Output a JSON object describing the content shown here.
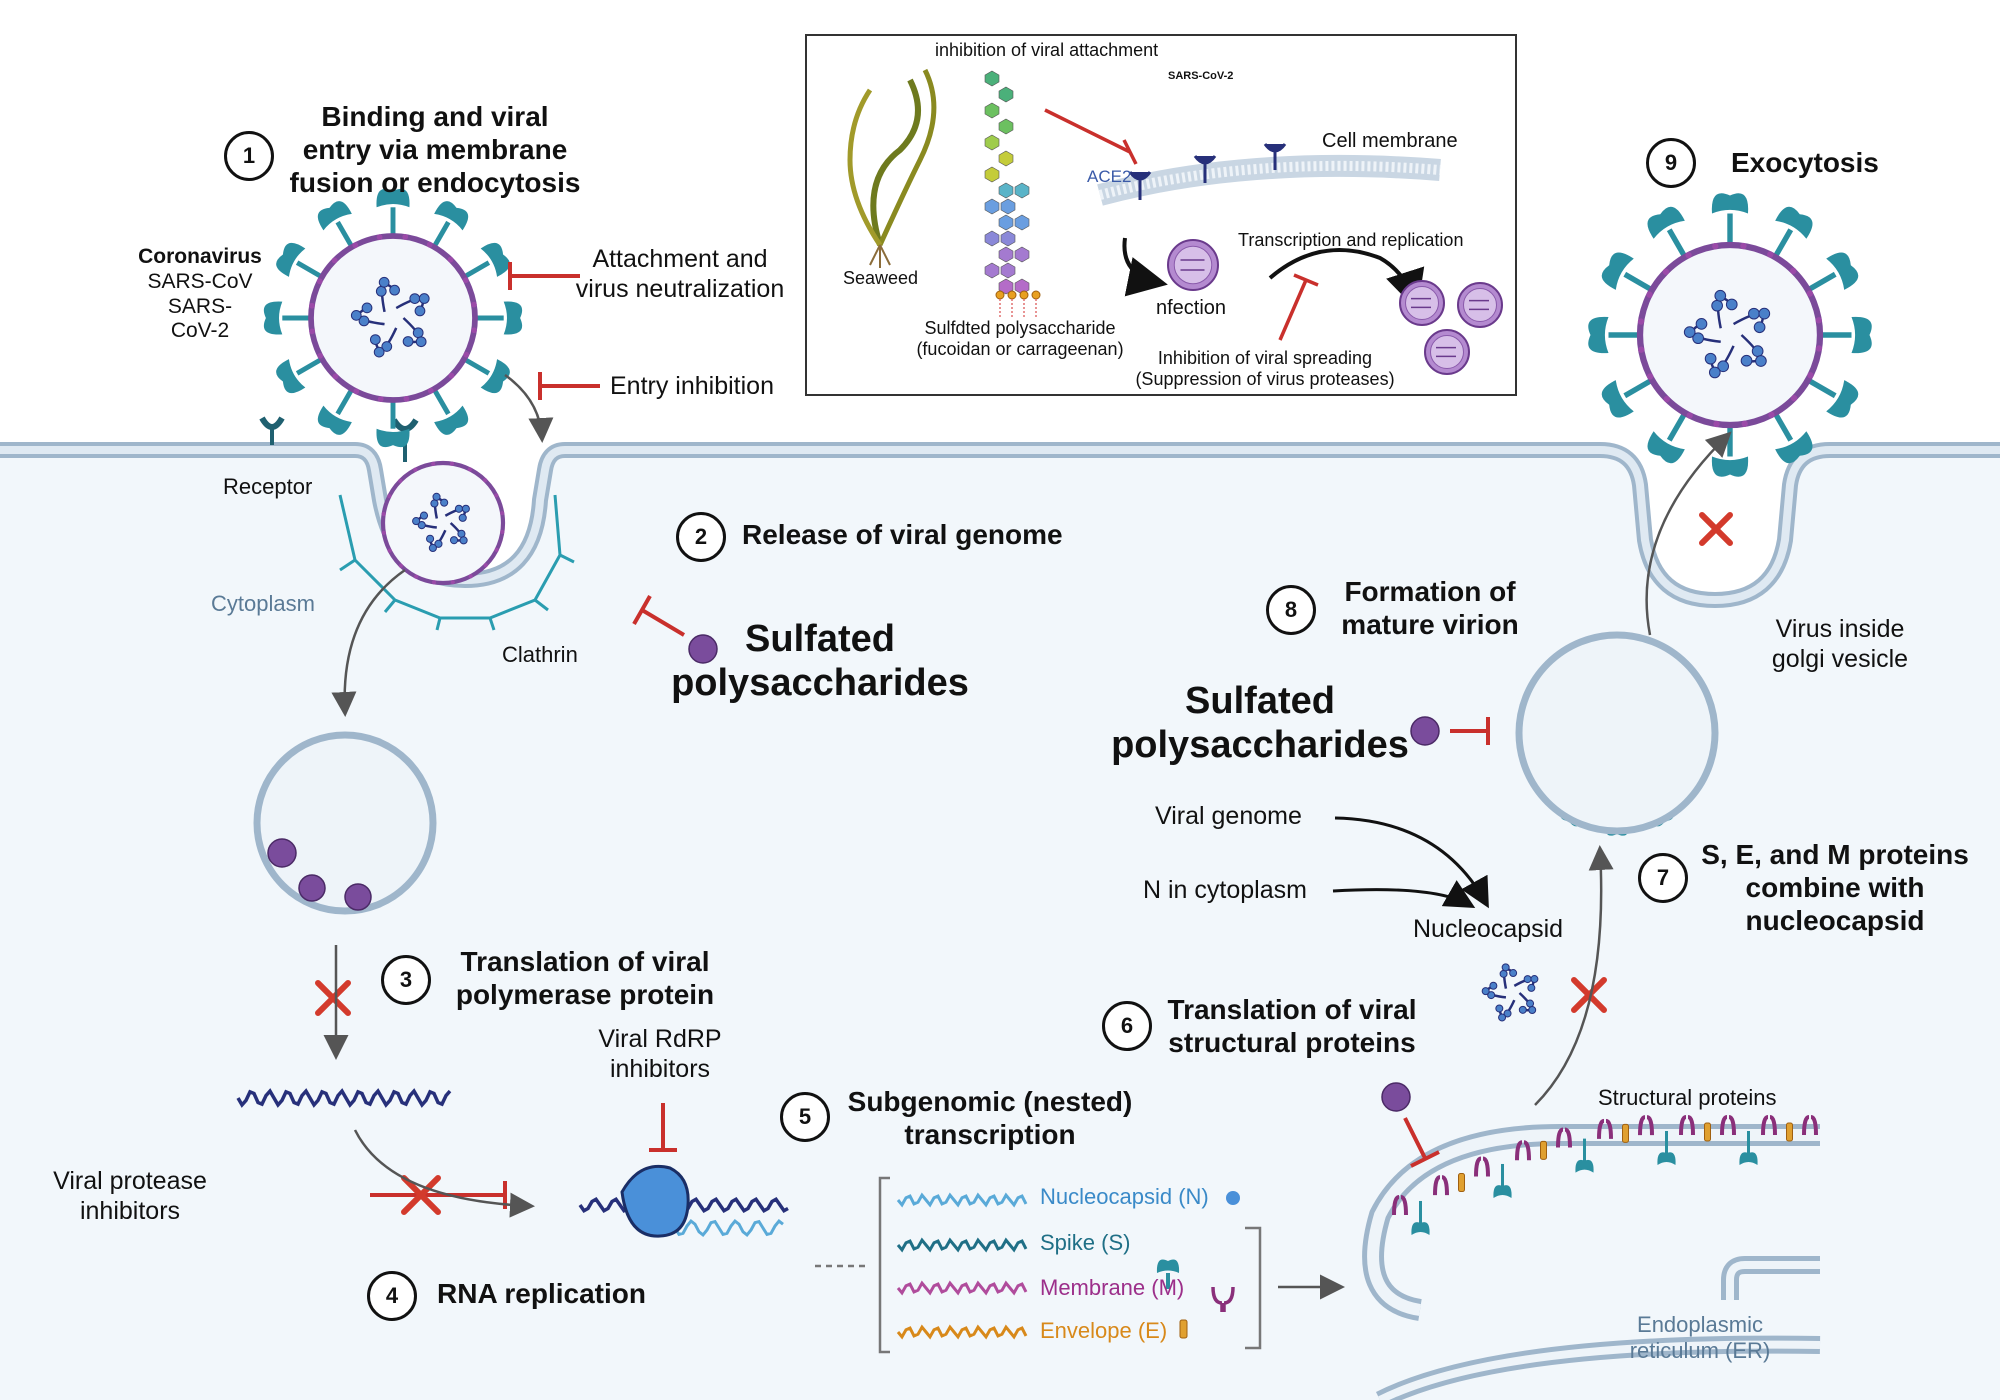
{
  "steps": [
    {
      "num": "1",
      "title_lines": [
        "Binding and viral",
        "entry via membrane",
        "fusion or endocytosis"
      ]
    },
    {
      "num": "2",
      "title": "Release of viral genome"
    },
    {
      "num": "3",
      "title_lines": [
        "Translation of viral",
        "polymerase protein"
      ]
    },
    {
      "num": "4",
      "title": "RNA replication"
    },
    {
      "num": "5",
      "title_lines": [
        "Subgenomic (nested)",
        "transcription"
      ]
    },
    {
      "num": "6",
      "title_lines": [
        "Translation of viral",
        "structural proteins"
      ]
    },
    {
      "num": "7",
      "title_lines": [
        "S, E, and M proteins",
        "combine with",
        "nucleocapsid"
      ]
    },
    {
      "num": "8",
      "title_lines": [
        "Formation of",
        "mature virion"
      ]
    },
    {
      "num": "9",
      "title": "Exocytosis"
    }
  ],
  "coronavirus": {
    "title": "Coronavirus",
    "lines": [
      "SARS-CoV",
      "SARS-",
      "CoV-2"
    ]
  },
  "labels": {
    "attachment_lines": [
      "Attachment and",
      "virus neutralization"
    ],
    "entry_inhibition": "Entry inhibition",
    "receptor": "Receptor",
    "cytoplasm": "Cytoplasm",
    "clathrin": "Clathrin",
    "sulfated_lines": [
      "Sulfated",
      "polysaccharides"
    ],
    "rdrp_lines": [
      "Viral RdRP",
      "inhibitors"
    ],
    "protease_lines": [
      "Viral protease",
      "inhibitors"
    ],
    "viral_genome": "Viral genome",
    "n_cytoplasm": "N in cytoplasm",
    "nucleocapsid": "Nucleocapsid",
    "structural_proteins": "Structural proteins",
    "er_lines": [
      "Endoplasmic",
      "reticulum (ER)"
    ],
    "golgi_lines": [
      "Virus inside",
      "golgi vesicle"
    ]
  },
  "transcripts": [
    {
      "name": "Nucleocapsid (N)",
      "color": "#5aaad8"
    },
    {
      "name": "Spike (S)",
      "color": "#1f6f86"
    },
    {
      "name": "Membrane (M)",
      "color": "#9c2f8a"
    },
    {
      "name": "Envelope (E)",
      "color": "#d8891a"
    }
  ],
  "inset": {
    "title": "inhibition of viral attachment",
    "sars": "SARS-CoV-2",
    "cell_membrane": "Cell membrane",
    "ace2": "ACE2",
    "seaweed": "Seaweed",
    "sulfated_lines": [
      "Sulfdted polysaccharide",
      "(fucoidan or carrageenan)"
    ],
    "infection": "nfection",
    "transcription": "Transcription and replication",
    "spreading_lines": [
      "Inhibition of viral spreading",
      "(Suppression of virus proteases)"
    ]
  },
  "colors": {
    "membrane": "#b6cadd",
    "cytoplasm": "#f2f7fb",
    "inhibitor": "#c9302c",
    "virus_envelope": "#7b4a9a",
    "spike": "#2a8fa0",
    "rna": "#27307a",
    "purple_ball": "#7a4c9c"
  }
}
